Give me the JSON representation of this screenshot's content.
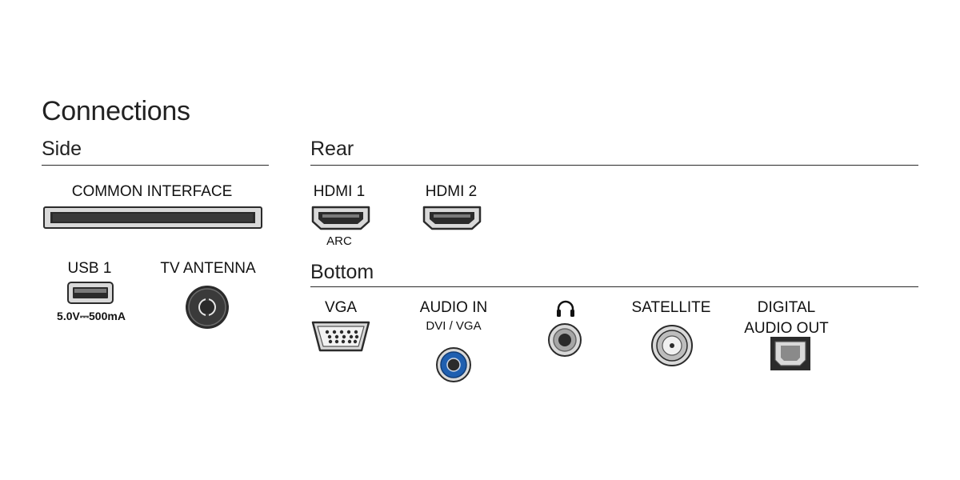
{
  "title": "Connections",
  "sections": {
    "side": "Side",
    "rear": "Rear",
    "bottom": "Bottom"
  },
  "side": {
    "common_interface": "COMMON INTERFACE",
    "usb": {
      "label": "USB 1",
      "spec": "5.0V⎓500mA"
    },
    "antenna": "TV ANTENNA"
  },
  "rear": {
    "hdmi1": {
      "label": "HDMI 1",
      "sub": "ARC"
    },
    "hdmi2": {
      "label": "HDMI 2"
    }
  },
  "bottom": {
    "vga": "VGA",
    "audio_in": {
      "label": "AUDIO IN",
      "sub": "DVI / VGA"
    },
    "headphone": "headphone-icon",
    "satellite": "SATELLITE",
    "digital_audio_out": {
      "line1": "DIGITAL",
      "line2": "AUDIO OUT"
    }
  },
  "colors": {
    "port_gray": "#d9d9d9",
    "dark": "#2b2b2b",
    "audio_in_blue": "#1f5fb0"
  }
}
